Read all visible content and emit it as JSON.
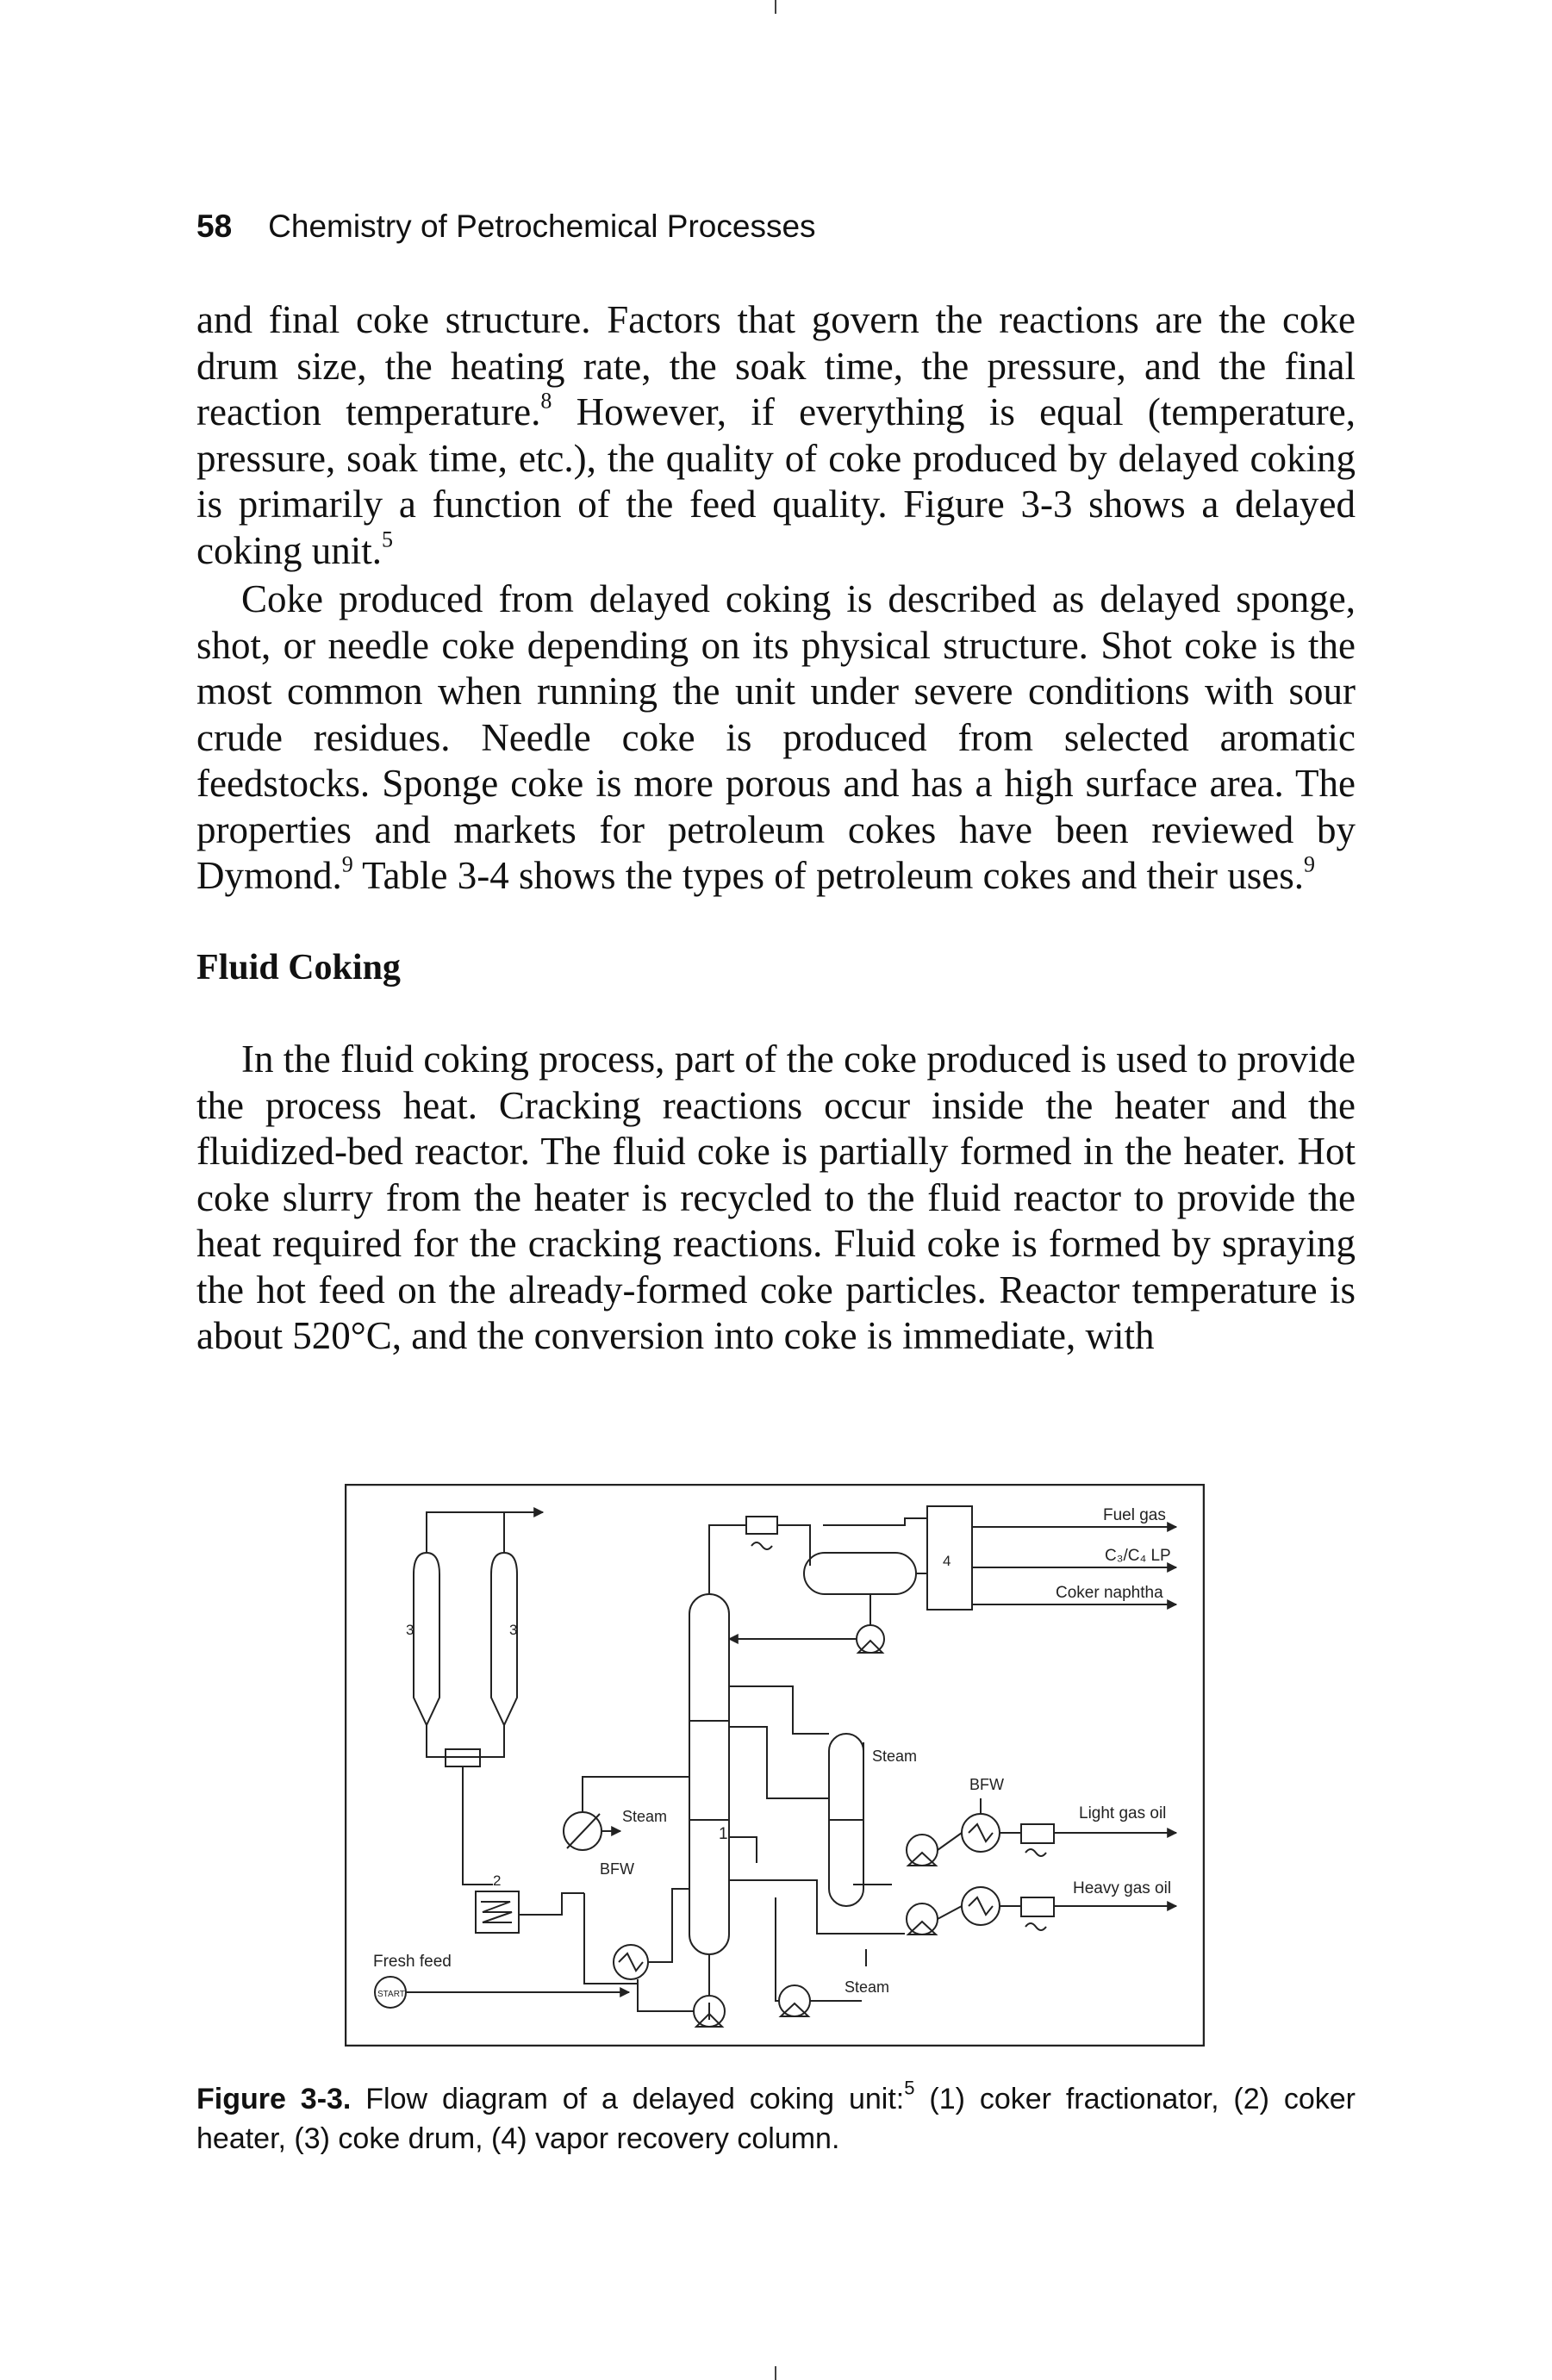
{
  "header": {
    "page_number": "58",
    "running_title": "Chemistry of Petrochemical Processes"
  },
  "paragraph1": {
    "text": "and final coke structure. Factors that govern the reactions are the coke drum size, the heating rate, the soak time, the pressure, and the final reaction temperature.",
    "ref1": "8",
    "text2": " However, if everything is equal (temperature, pressure, soak time, etc.), the quality of coke produced by delayed coking is primarily a function of the feed quality. Figure 3-3 shows a delayed coking unit.",
    "ref2": "5"
  },
  "paragraph2": {
    "text": "Coke produced from delayed coking is described as delayed sponge, shot, or needle coke depending on its physical structure. Shot coke is the most common when running the unit under severe conditions with sour crude residues. Needle coke is produced from selected aromatic feedstocks. Sponge coke is more porous and has a high surface area. The properties and markets for petroleum cokes have been reviewed by Dymond.",
    "ref1": "9",
    "text2": " Table 3-4 shows the types of petroleum cokes and their uses.",
    "ref2": "9"
  },
  "section": {
    "heading": "Fluid Coking"
  },
  "paragraph3": {
    "text": "In the fluid coking process, part of the coke produced is used to provide the process heat. Cracking reactions occur inside the heater and the fluidized-bed reactor. The fluid coke is partially formed in the heater. Hot coke slurry from the heater is recycled to the fluid reactor to provide the heat required for the cracking reactions. Fluid coke is formed by spraying the hot feed on the already-formed coke particles. Reactor temperature is about 520°C, and the conversion into coke is immediate, with"
  },
  "figure": {
    "labels": {
      "fuel_gas": "Fuel gas",
      "c3c4_lp": "C₃/C₄ LP",
      "coker_naphtha": "Coker naphtha",
      "light_gas_oil": "Light gas oil",
      "heavy_gas_oil": "Heavy gas oil",
      "steam_top": "Steam",
      "steam_left": "Steam",
      "steam_bottom": "Steam",
      "bfw_right": "BFW",
      "bfw_left": "BFW",
      "fresh_feed": "Fresh feed",
      "start": "START",
      "drum_1": "3",
      "drum_2": "3",
      "heater": "2",
      "fractionator": "1",
      "vapor_recovery": "4"
    }
  },
  "caption": {
    "label": "Figure 3-3.",
    "text": " Flow diagram of a delayed coking unit:",
    "ref": "5",
    "text2": " (1) coker fractionator, (2) coker heater, (3) coke drum, (4) vapor recovery column."
  }
}
